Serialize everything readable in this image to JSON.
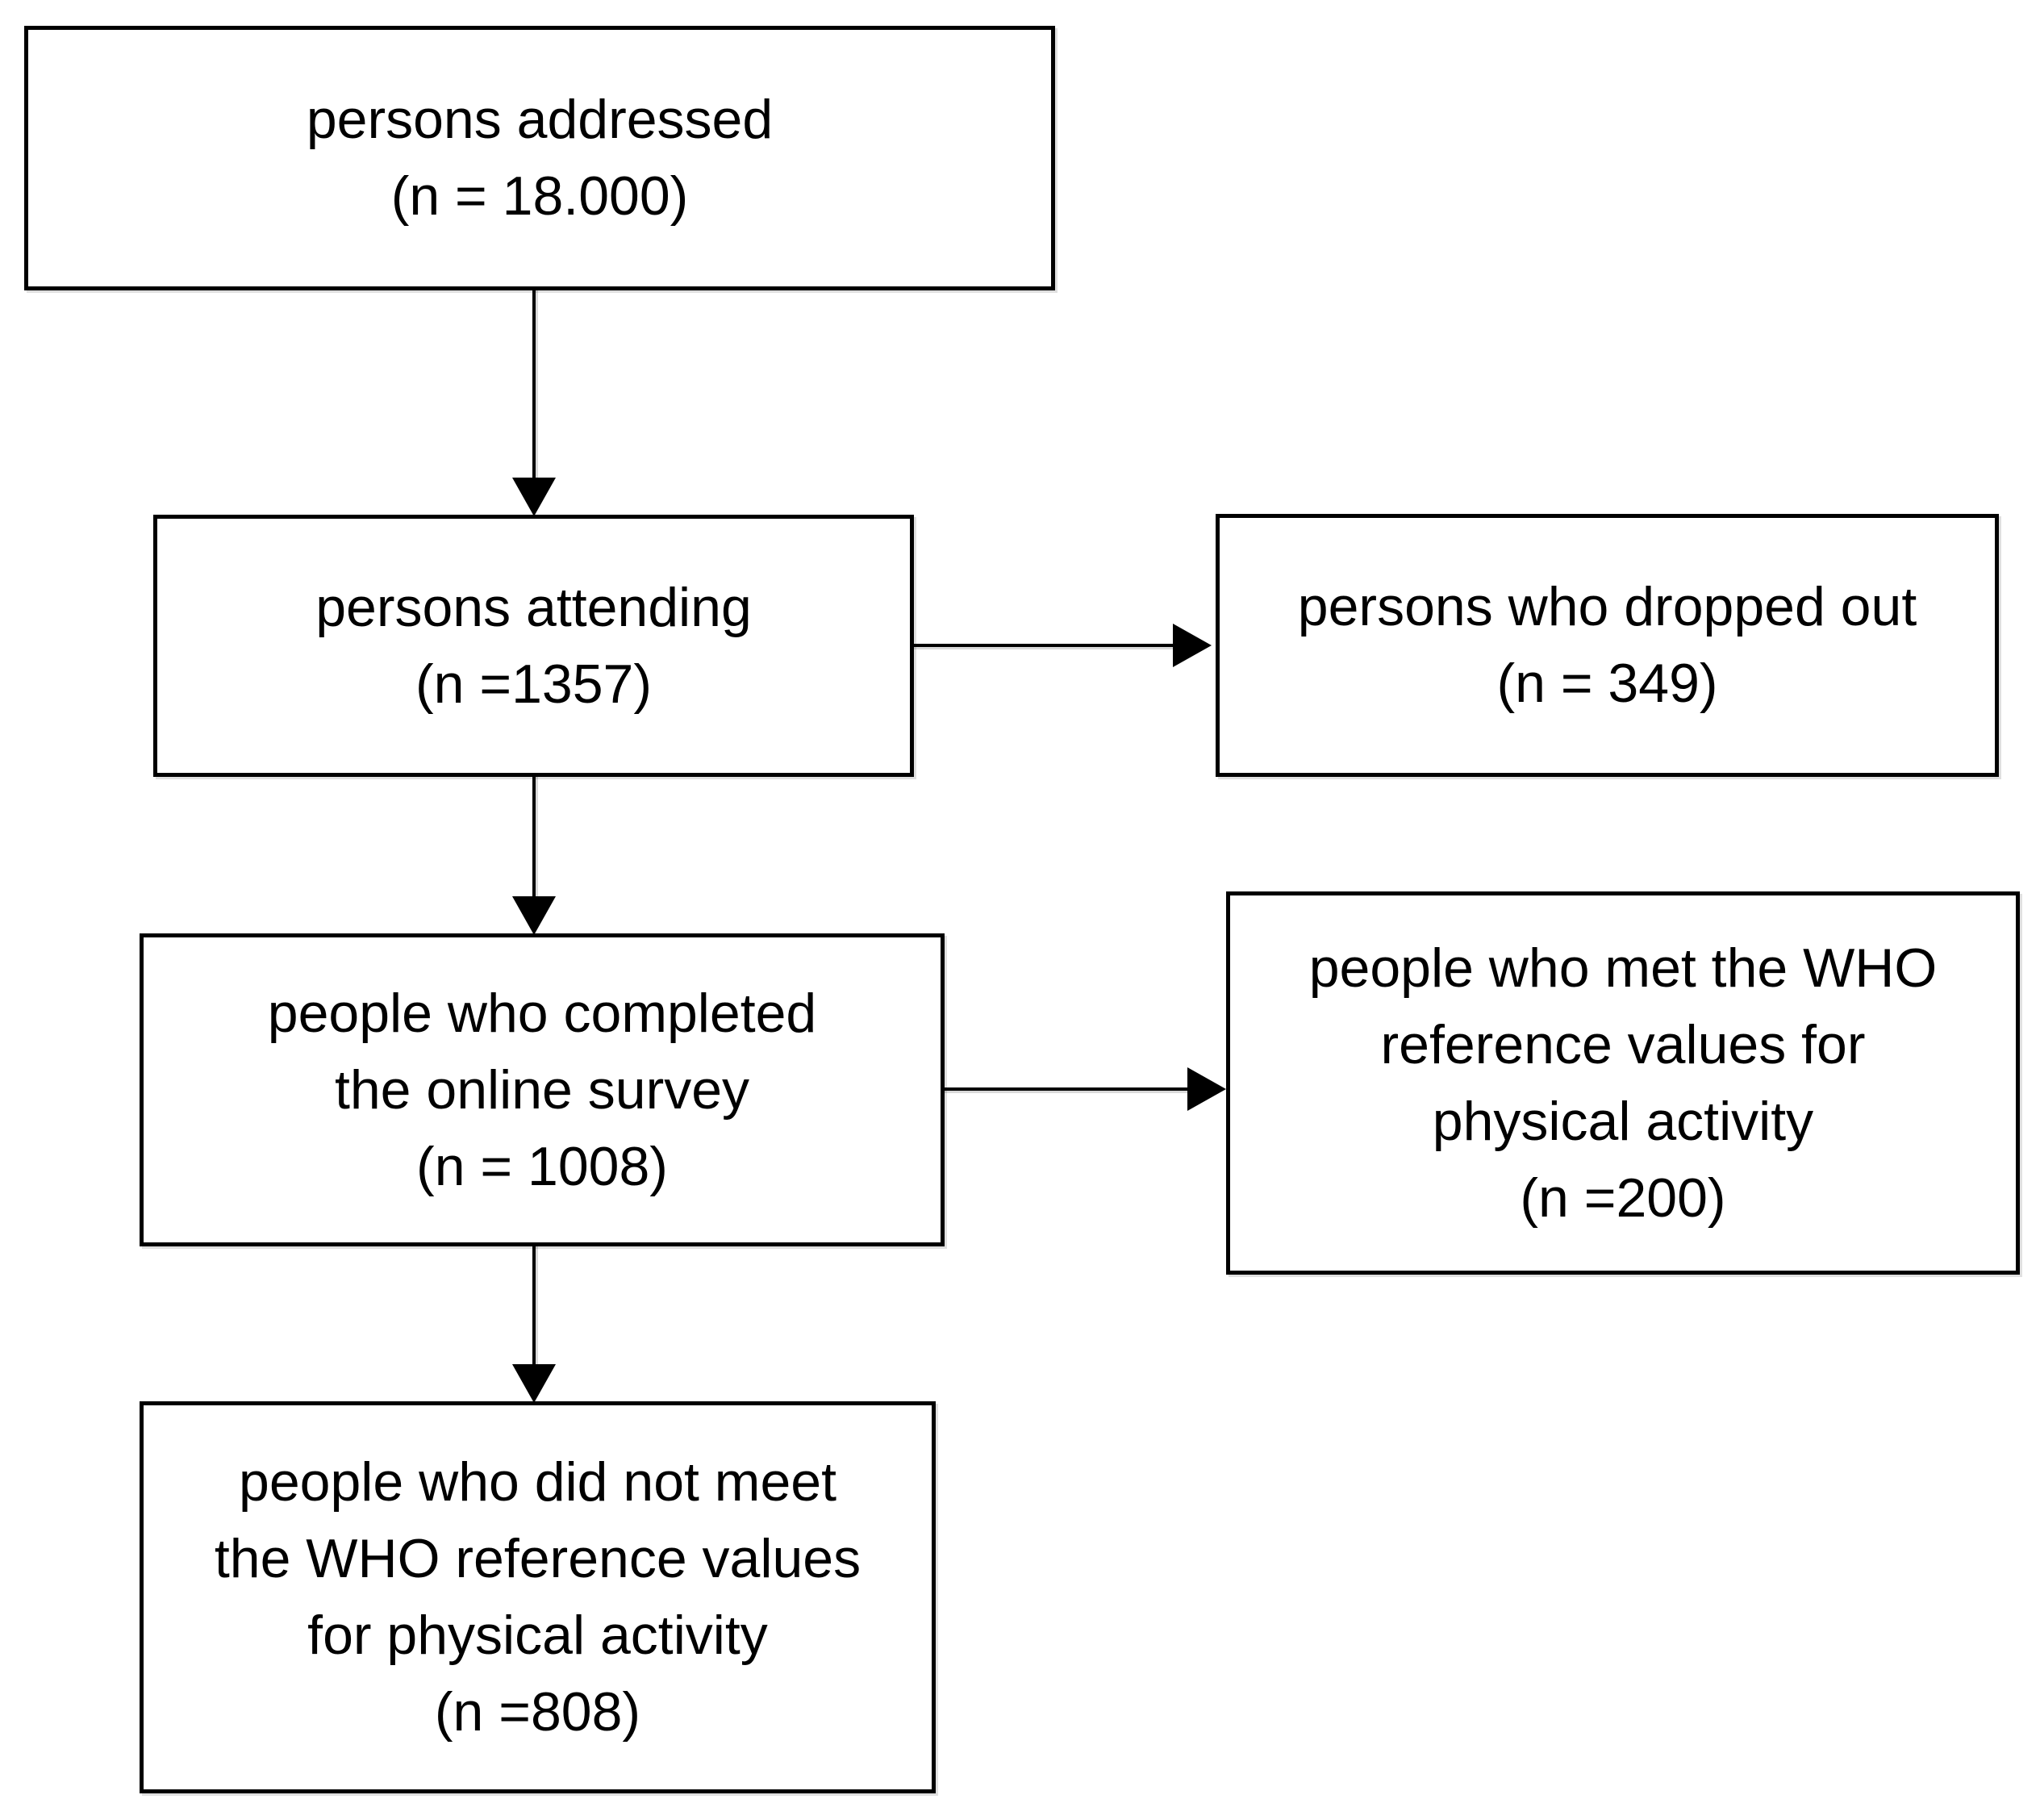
{
  "diagram": {
    "type": "flowchart",
    "background_color": "#ffffff",
    "box_border_color": "#000000",
    "text_color": "#000000",
    "boxes": [
      {
        "id": "persons-addressed",
        "lines": [
          "persons addressed",
          "(n = 18.000)"
        ]
      },
      {
        "id": "persons-attending",
        "lines": [
          "persons attending",
          "(n =1357)"
        ]
      },
      {
        "id": "persons-dropped-out",
        "lines": [
          "persons who dropped out",
          "(n = 349)"
        ]
      },
      {
        "id": "completed-online-survey",
        "lines": [
          "people who completed",
          "the online survey",
          "(n = 1008)"
        ]
      },
      {
        "id": "met-who-reference",
        "lines": [
          "people who met the WHO",
          "reference values for",
          "physical activity",
          "(n =200)"
        ]
      },
      {
        "id": "did-not-meet-who-reference",
        "lines": [
          "people who did not meet",
          "the WHO reference values",
          "for physical activity",
          "(n =808)"
        ]
      }
    ],
    "connections": [
      {
        "from": "persons-addressed",
        "to": "persons-attending",
        "direction": "down"
      },
      {
        "from": "persons-attending",
        "to": "persons-dropped-out",
        "direction": "right"
      },
      {
        "from": "persons-attending",
        "to": "completed-online-survey",
        "direction": "down"
      },
      {
        "from": "completed-online-survey",
        "to": "met-who-reference",
        "direction": "right"
      },
      {
        "from": "completed-online-survey",
        "to": "did-not-meet-who-reference",
        "direction": "down"
      }
    ]
  }
}
